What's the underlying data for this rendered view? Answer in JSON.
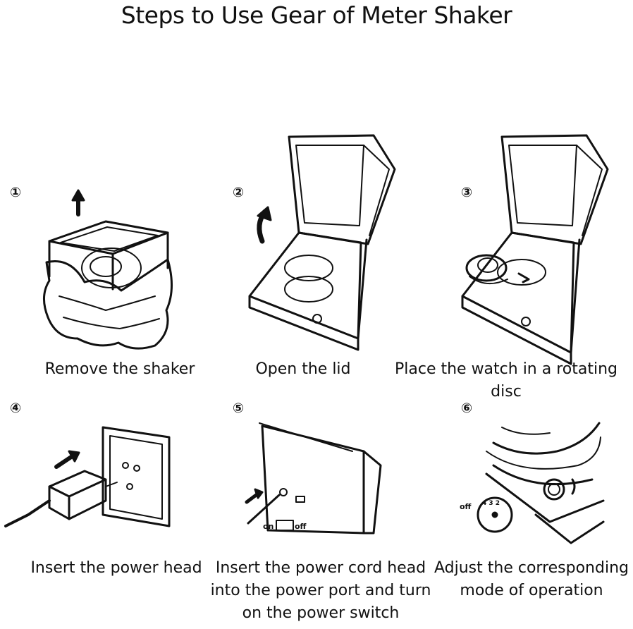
{
  "title": "Steps to Use Gear of Meter Shaker",
  "steps": [
    {
      "number": "①",
      "caption": "Remove the shaker"
    },
    {
      "number": "②",
      "caption": "Open the lid"
    },
    {
      "number": "③",
      "caption": "Place the watch in a rotating disc"
    },
    {
      "number": "④",
      "caption": "Insert the power head"
    },
    {
      "number": "⑤",
      "caption_lines": [
        "Insert the power cord head",
        "into the power port and turn",
        "on the power switch"
      ]
    },
    {
      "number": "⑥",
      "caption_lines": [
        "Adjust the corresponding",
        "mode of operation"
      ]
    }
  ],
  "labels": {
    "switch_on": "on",
    "switch_off": "off",
    "dial_off": "off",
    "dial_marks": "4 3 2"
  }
}
